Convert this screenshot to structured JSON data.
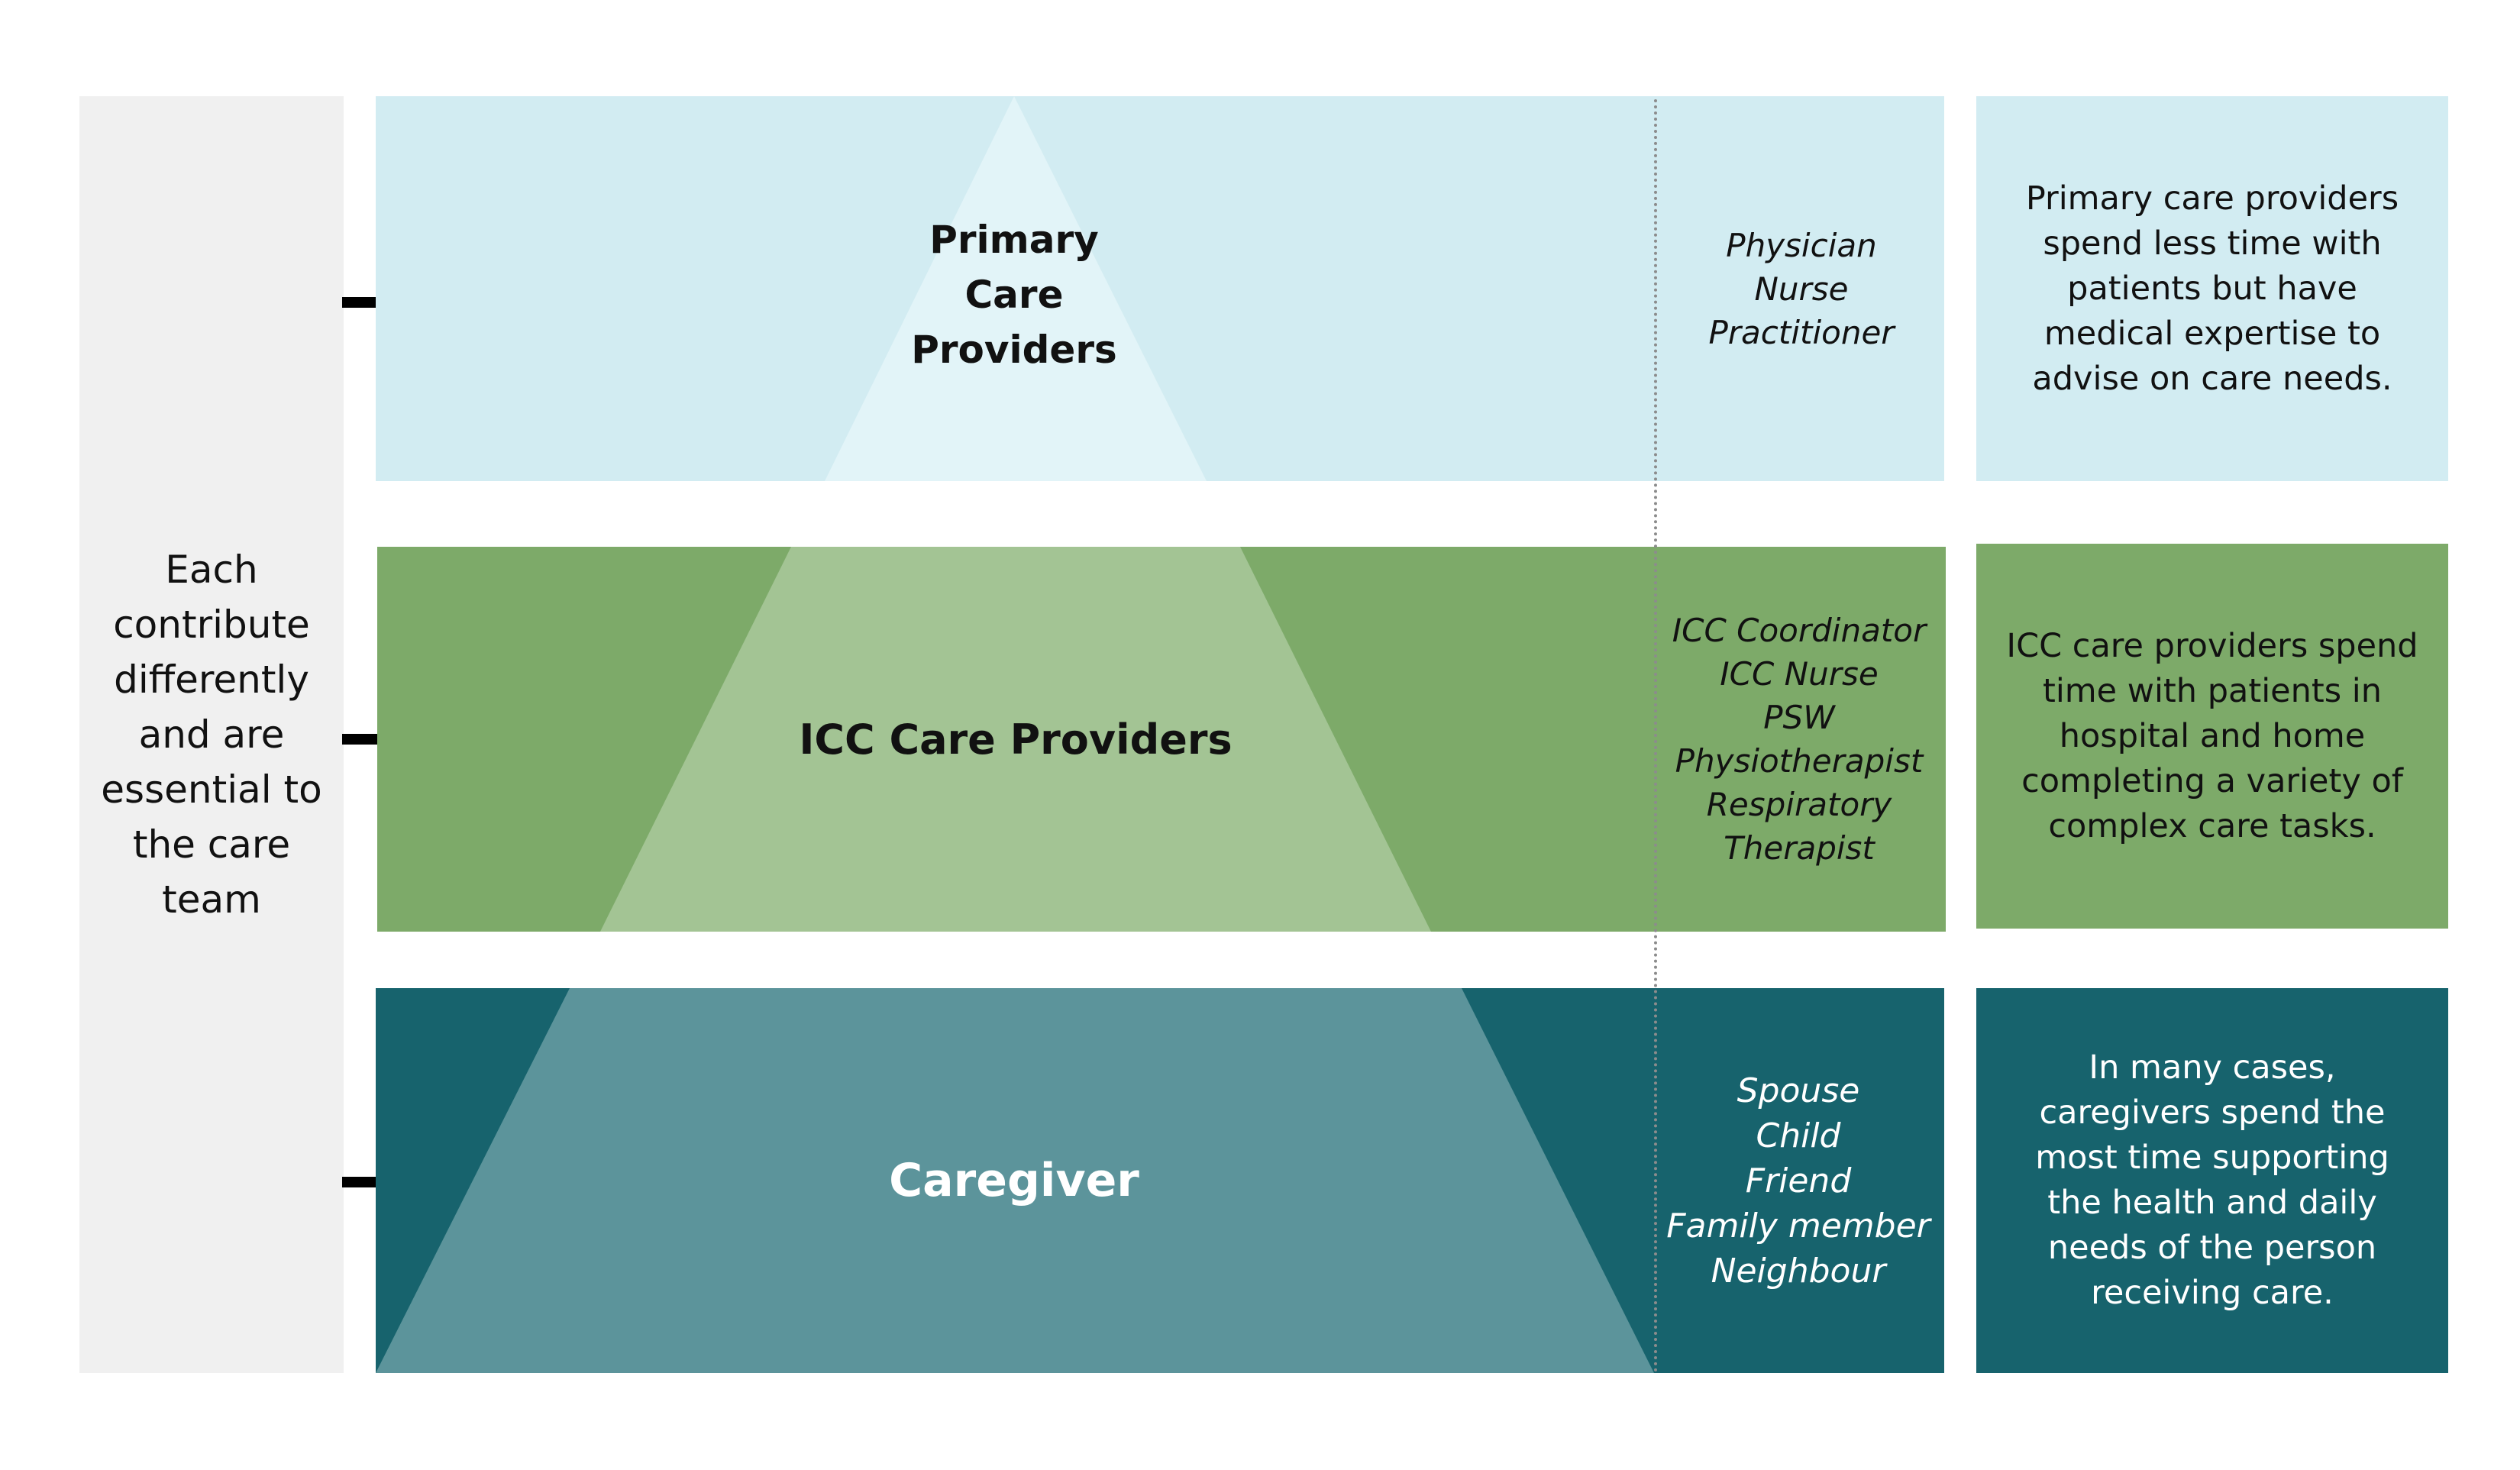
{
  "sidebar": {
    "text": "Each\ncontribute\ndifferently\nand are\nessential to\nthe care\nteam"
  },
  "tiers": [
    {
      "title": "Primary\nCare\nProviders",
      "roles": "Physician\nNurse Practitioner",
      "description": "Primary care providers\nspend less time with\npatients but have\nmedical expertise to\nadvise on care needs.",
      "colors": {
        "band": "#d2ecf2",
        "triangle": "#e2f4f8",
        "text": "#111111",
        "desc_bg": "#d2ecf2"
      }
    },
    {
      "title": "ICC Care Providers",
      "roles": "ICC Coordinator\nICC Nurse\nPSW\nPhysiotherapist\nRespiratory\nTherapist",
      "description": "ICC care providers spend\ntime with patients in\nhospital and home\ncompleting a variety of\ncomplex care tasks.",
      "colors": {
        "band": "#7daa69",
        "triangle": "#a3c494",
        "text": "#111111",
        "desc_bg": "#7daa69"
      }
    },
    {
      "title": "Caregiver",
      "roles": "Spouse\nChild\nFriend\nFamily member\nNeighbour",
      "description": "In many cases,\ncaregivers spend the\nmost time supporting\nthe health and daily\nneeds of the person\nreceiving care.",
      "colors": {
        "band": "#17636d",
        "triangle": "#5c949b",
        "text": "#ffffff",
        "desc_bg": "#17636d"
      }
    }
  ],
  "icons": {
    "arrow": "right-arrow-icon"
  }
}
